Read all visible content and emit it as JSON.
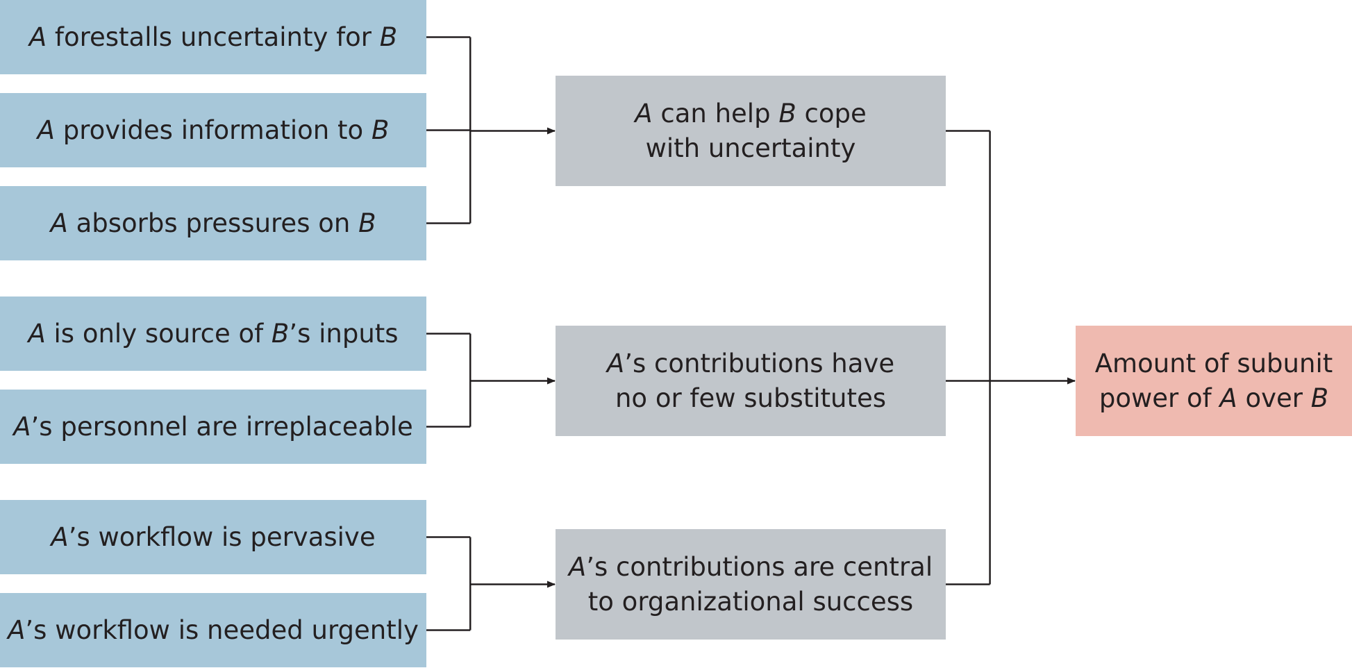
{
  "diagram": {
    "factors": [
      {
        "id": "f1",
        "parts": [
          {
            "t": "A",
            "i": true
          },
          {
            "t": " forestalls uncertainty for ",
            "i": false
          },
          {
            "t": "B",
            "i": true
          }
        ]
      },
      {
        "id": "f2",
        "parts": [
          {
            "t": "A",
            "i": true
          },
          {
            "t": " provides information to ",
            "i": false
          },
          {
            "t": "B",
            "i": true
          }
        ]
      },
      {
        "id": "f3",
        "parts": [
          {
            "t": "A",
            "i": true
          },
          {
            "t": " absorbs pressures on ",
            "i": false
          },
          {
            "t": "B",
            "i": true
          }
        ]
      },
      {
        "id": "f4",
        "parts": [
          {
            "t": "A",
            "i": true
          },
          {
            "t": " is only source of ",
            "i": false
          },
          {
            "t": "B",
            "i": true
          },
          {
            "t": "’s inputs",
            "i": false
          }
        ]
      },
      {
        "id": "f5",
        "parts": [
          {
            "t": "A",
            "i": true
          },
          {
            "t": "’s personnel are irreplaceable",
            "i": false
          }
        ]
      },
      {
        "id": "f6",
        "parts": [
          {
            "t": "A",
            "i": true
          },
          {
            "t": "’s workflow is pervasive",
            "i": false
          }
        ]
      },
      {
        "id": "f7",
        "parts": [
          {
            "t": "A",
            "i": true
          },
          {
            "t": "’s workflow is needed urgently",
            "i": false
          }
        ]
      }
    ],
    "middle": [
      {
        "id": "m1",
        "lines": [
          [
            {
              "t": "A",
              "i": true
            },
            {
              "t": " can help ",
              "i": false
            },
            {
              "t": "B",
              "i": true
            },
            {
              "t": " cope",
              "i": false
            }
          ],
          [
            {
              "t": "with uncertainty",
              "i": false
            }
          ]
        ]
      },
      {
        "id": "m2",
        "lines": [
          [
            {
              "t": "A",
              "i": true
            },
            {
              "t": "’s contributions have",
              "i": false
            }
          ],
          [
            {
              "t": "no or few substitutes",
              "i": false
            }
          ]
        ]
      },
      {
        "id": "m3",
        "lines": [
          [
            {
              "t": "A",
              "i": true
            },
            {
              "t": "’s contributions are central",
              "i": false
            }
          ],
          [
            {
              "t": "to organizational success",
              "i": false
            }
          ]
        ]
      }
    ],
    "result": {
      "id": "r1",
      "lines": [
        [
          {
            "t": "Amount of subunit",
            "i": false
          }
        ],
        [
          {
            "t": "power of ",
            "i": false
          },
          {
            "t": "A",
            "i": true
          },
          {
            "t": " over ",
            "i": false
          },
          {
            "t": "B",
            "i": true
          }
        ]
      ]
    },
    "edges": [
      {
        "from": "f1",
        "to": "m1"
      },
      {
        "from": "f2",
        "to": "m1"
      },
      {
        "from": "f3",
        "to": "m1"
      },
      {
        "from": "f4",
        "to": "m2"
      },
      {
        "from": "f5",
        "to": "m2"
      },
      {
        "from": "f6",
        "to": "m3"
      },
      {
        "from": "f7",
        "to": "m3"
      },
      {
        "from": "m1",
        "to": "r1"
      },
      {
        "from": "m2",
        "to": "r1"
      },
      {
        "from": "m3",
        "to": "r1"
      }
    ],
    "colors": {
      "factor_fill": "#a7c7d9",
      "middle_fill": "#c1c6cb",
      "result_fill": "#efbab0",
      "text": "#231f20",
      "connector": "#231f20"
    }
  }
}
